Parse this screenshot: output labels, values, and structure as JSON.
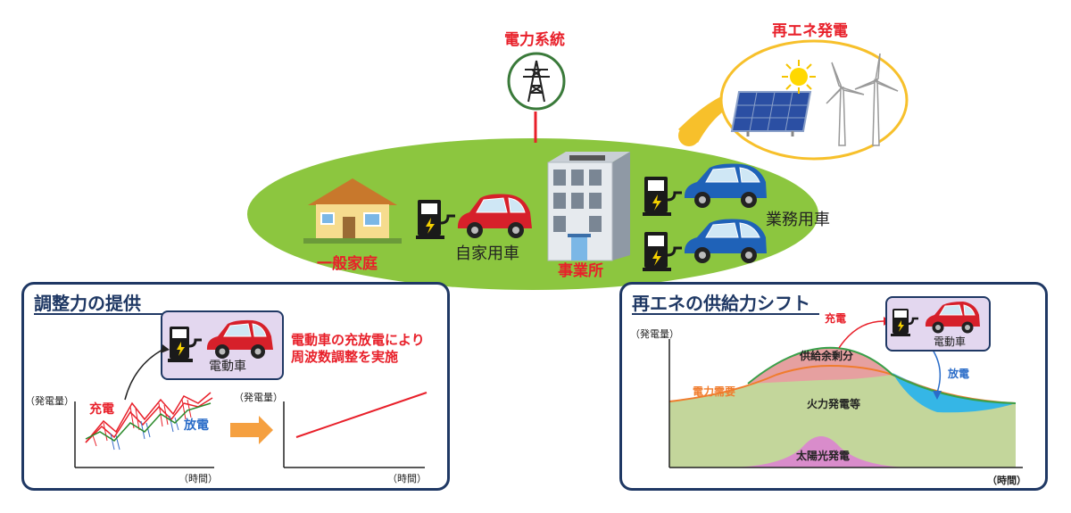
{
  "top": {
    "grid_label": "電力系統",
    "renewable_label": "再エネ発電",
    "house_label": "一般家庭",
    "private_car_label": "自家用車",
    "office_label": "事業所",
    "fleet_label": "業務用車"
  },
  "left_panel": {
    "title": "調整力の提供",
    "ev_label": "電動車",
    "description_line1": "電動車の充放電により",
    "description_line2": "周波数調整を実施",
    "charge_label": "充電",
    "discharge_label": "放電",
    "y_axis_label_1": "（発電量）",
    "x_axis_label_1": "（時間）",
    "y_axis_label_2": "（発電量）",
    "x_axis_label_2": "（時間）"
  },
  "right_panel": {
    "title": "再エネの供給力シフト",
    "ev_label": "電動車",
    "charge_label": "充電",
    "discharge_label": "放電",
    "y_axis_label": "（発電量）",
    "x_axis_label": "（時間）",
    "demand_label": "電力需要",
    "surplus_label": "供給余剰分",
    "thermal_label": "火力発電等",
    "solar_label": "太陽光発電"
  },
  "colors": {
    "ellipse_green": "#8cc63f",
    "accent_red": "#e8202a",
    "navy": "#1f3864",
    "ev_box_purple": "#e3d7ef",
    "thermal_green": "#c3d69b",
    "surplus_pink": "#e6a0a0",
    "solar_pink": "#d98ccb",
    "discharge_blue": "#35b6e6",
    "demand_orange": "#f07c2d",
    "arrow_orange": "#f5a040",
    "speech_yellow": "#f7c02b"
  }
}
